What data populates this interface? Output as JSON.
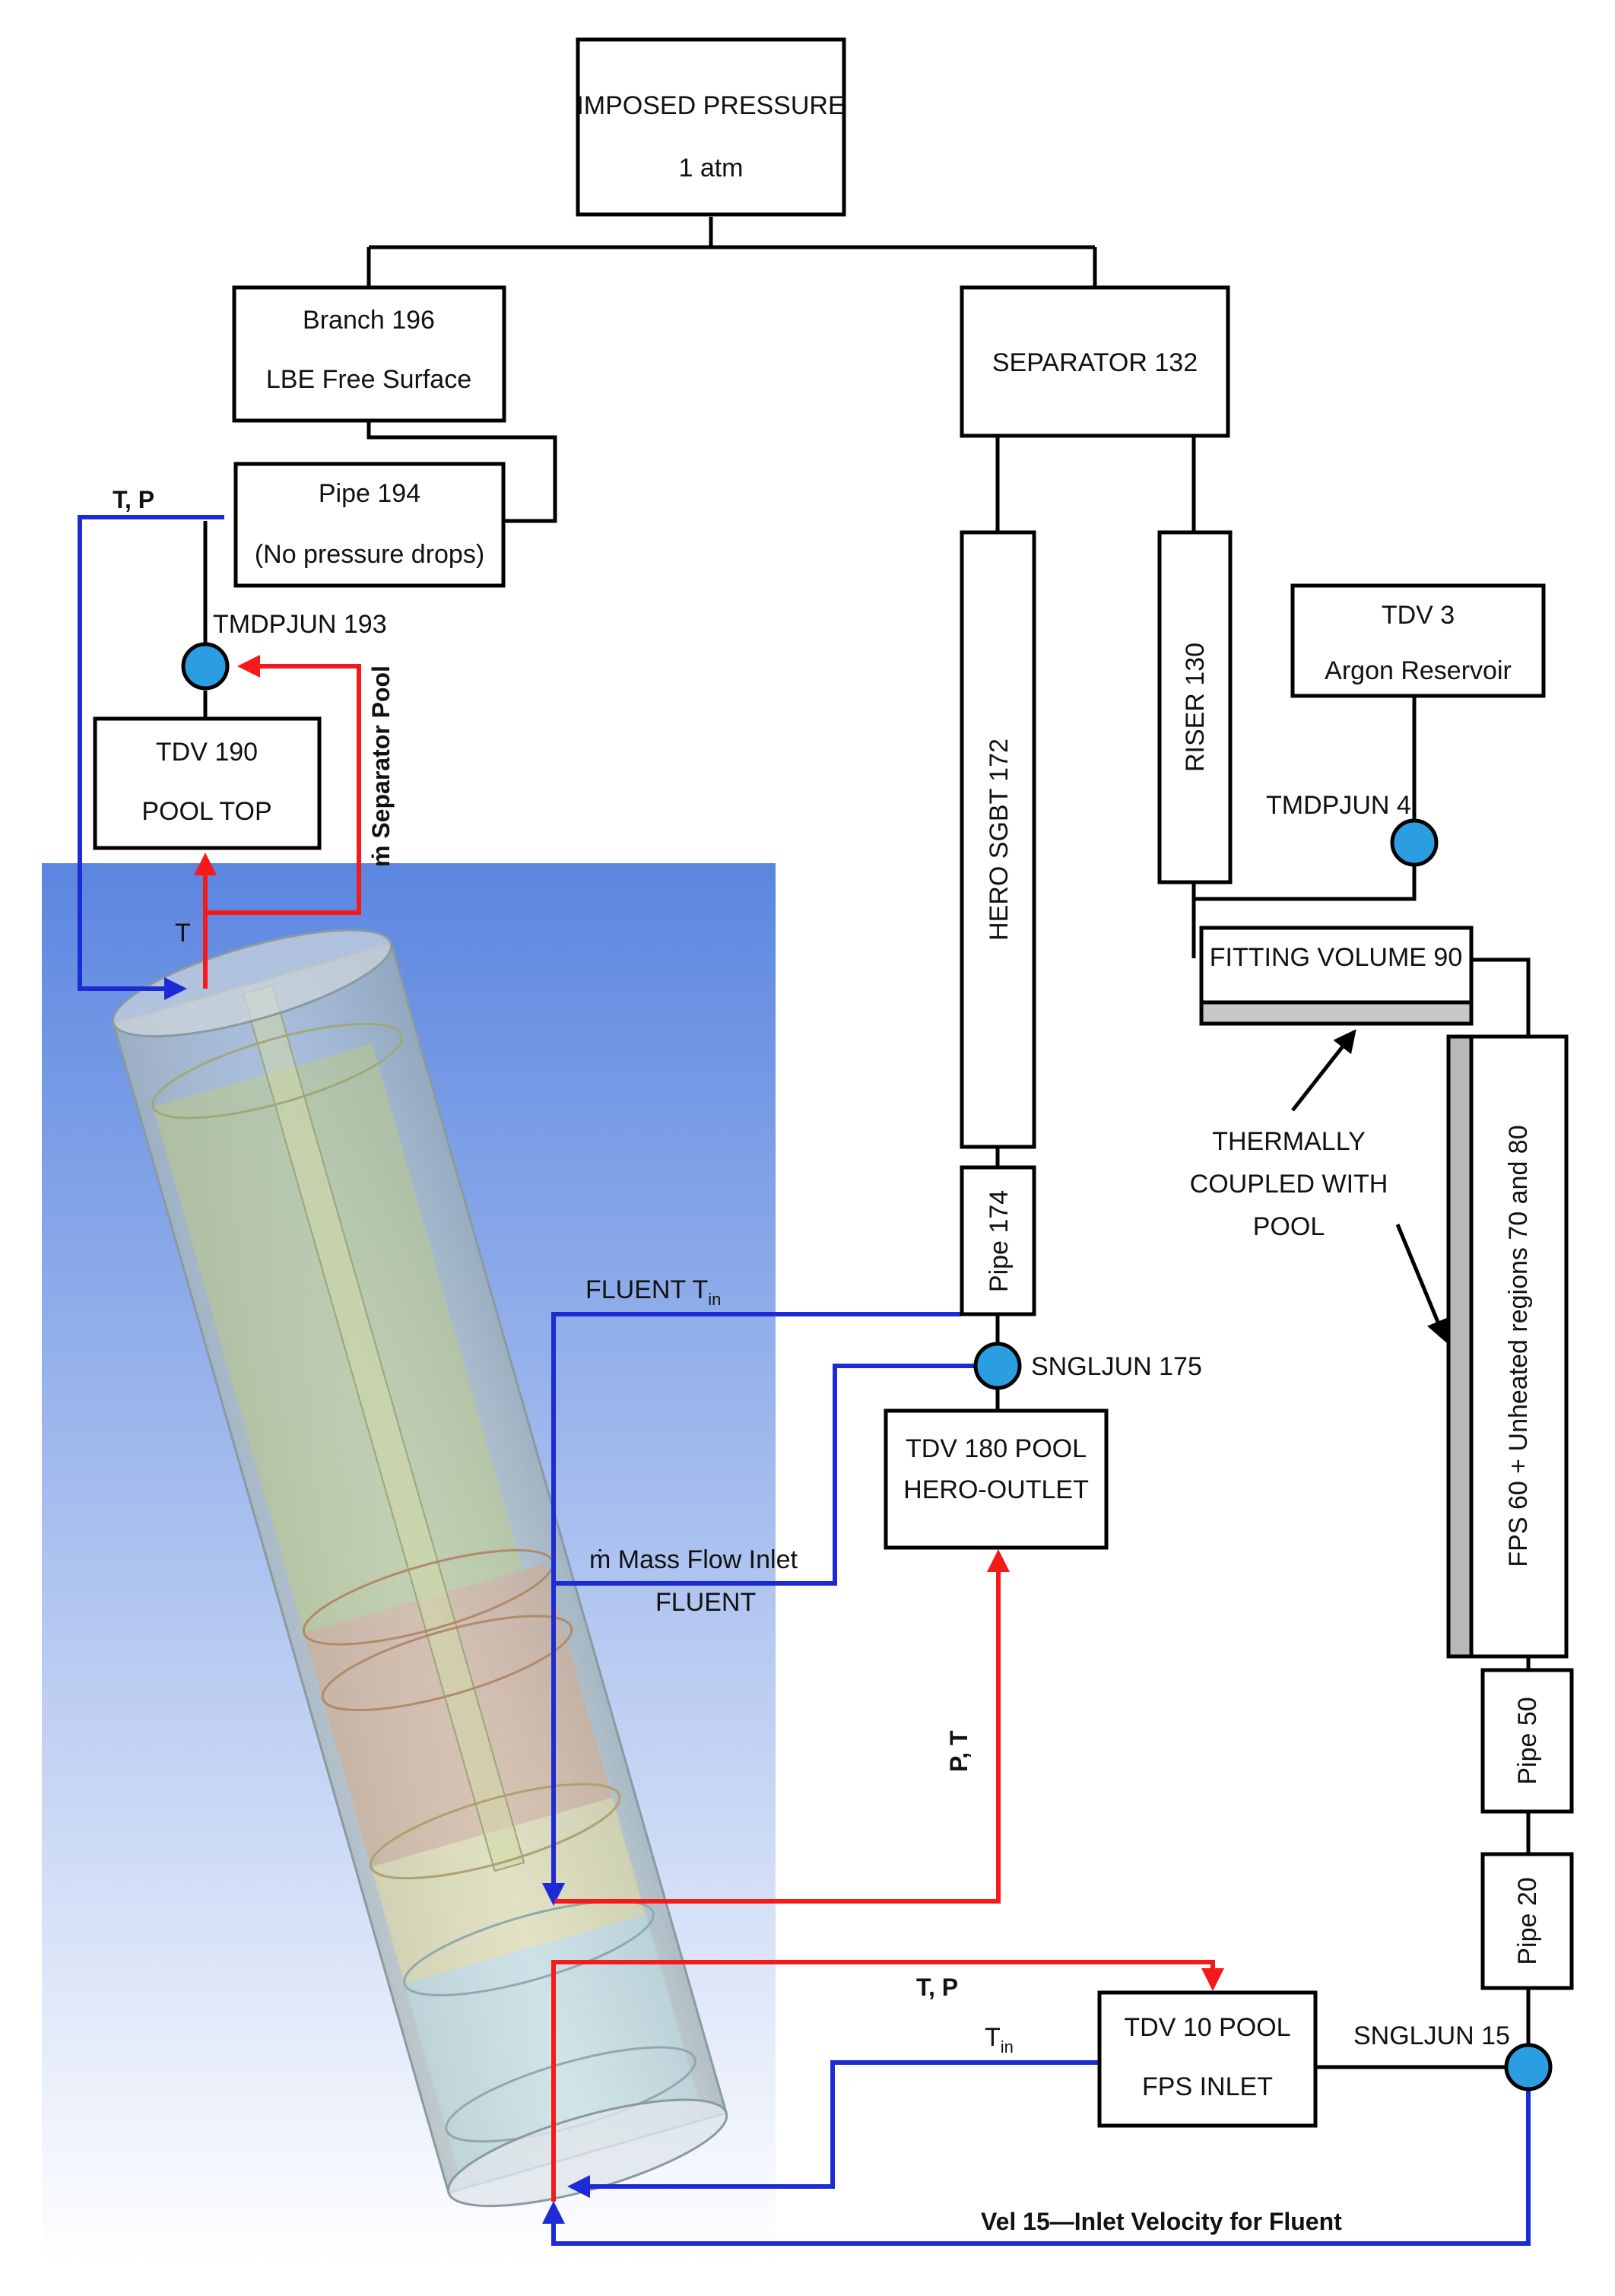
{
  "colors": {
    "flow_blue": "#1d2bd6",
    "flow_red": "#f51a1a",
    "node_fill": "#2a9ee0",
    "pool_top": "#5b86e0",
    "pool_bottom": "#ffffff"
  },
  "boxes": {
    "imposed_pressure": {
      "line1": "IMPOSED PRESSURE",
      "line2": "1 atm"
    },
    "branch196": {
      "line1": "Branch 196",
      "line2": "LBE Free Surface"
    },
    "separator": {
      "label": "SEPARATOR 132"
    },
    "pipe194": {
      "line1": "Pipe 194",
      "line2": "(No pressure drops)"
    },
    "tdv190": {
      "line1": "TDV 190",
      "line2": "POOL TOP"
    },
    "hero_sgbt": {
      "label": "HERO SGBT 172"
    },
    "riser": {
      "label": "RISER 130"
    },
    "tdv3": {
      "line1": "TDV 3",
      "line2": "Argon Reservoir"
    },
    "fitting_volume": {
      "label": "FITTING VOLUME 90"
    },
    "pipe174": {
      "label": "Pipe 174"
    },
    "tdv180": {
      "line1": "TDV 180 POOL",
      "line2": "HERO-OUTLET"
    },
    "fps": {
      "label": "FPS 60 + Unheated regions 70 and 80"
    },
    "pipe50": {
      "label": "Pipe 50"
    },
    "pipe20": {
      "label": "Pipe 20"
    },
    "tdv10": {
      "line1": "TDV 10 POOL",
      "line2": "FPS INLET"
    }
  },
  "junctions": {
    "tmdpjun193": "TMDPJUN 193",
    "tmdpjun4": "TMDPJUN 4",
    "sngljun175": "SNGLJUN 175",
    "sngljun15": "SNGLJUN 15"
  },
  "annotations": {
    "tp_top": "T, P",
    "t_top": "T",
    "separator_pool": "ṁ Separator Pool",
    "fluent_tin_main": "FLUENT T",
    "fluent_tin_sub": "in",
    "mass_flow_line1": "ṁ  Mass Flow Inlet",
    "mass_flow_line2": "FLUENT",
    "pt_vertical": "P, T",
    "tp_bottom": "T, P",
    "tin_main": "T",
    "tin_sub": "in",
    "vel15": "Vel 15—Inlet Velocity for Fluent",
    "thermal_line1": "THERMALLY",
    "thermal_line2": "COUPLED WITH",
    "thermal_line3": "POOL"
  }
}
